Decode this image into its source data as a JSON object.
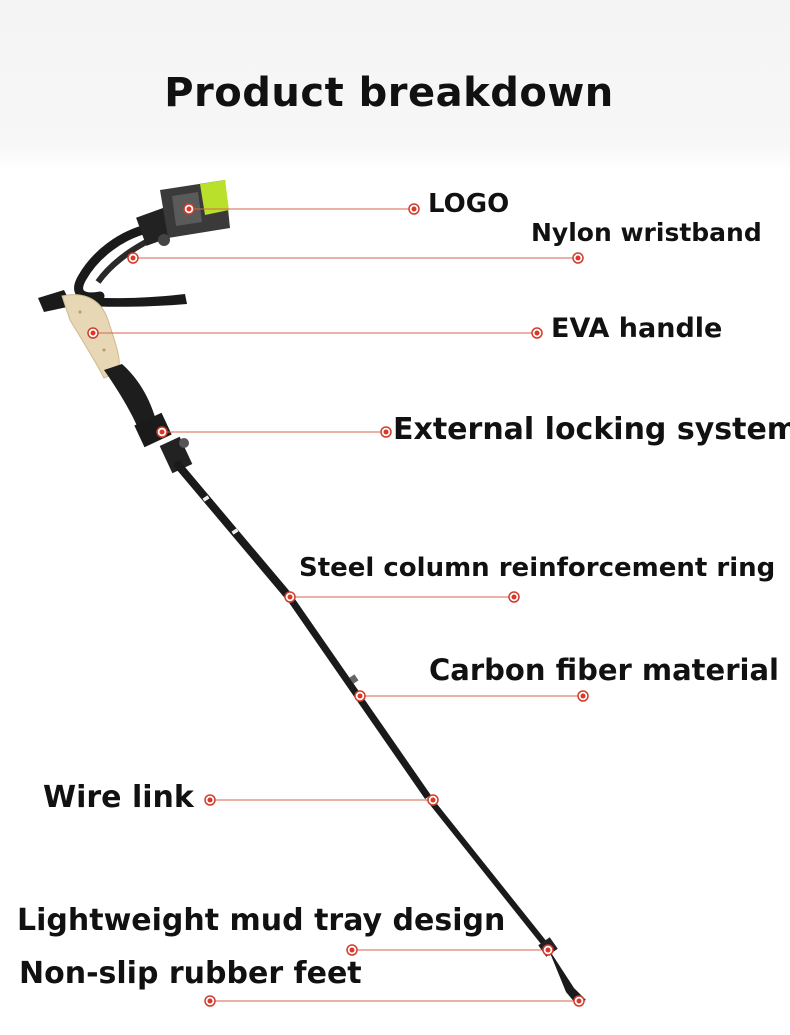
{
  "title": "Product breakdown",
  "colors": {
    "leader_line": "#d4664f",
    "dot": "#d63a2a",
    "pole": "#1a1a1a",
    "cork": "#e8d7b4",
    "logo_accent": "#b9e02a"
  },
  "labels": {
    "logo": "LOGO",
    "wristband": "Nylon wristband",
    "handle": "EVA handle",
    "lock": "External locking system",
    "ring": "Steel column reinforcement ring",
    "carbon": "Carbon fiber material",
    "wire": "Wire link",
    "mud_tray": "Lightweight mud tray design",
    "feet": "Non-slip rubber feet"
  }
}
